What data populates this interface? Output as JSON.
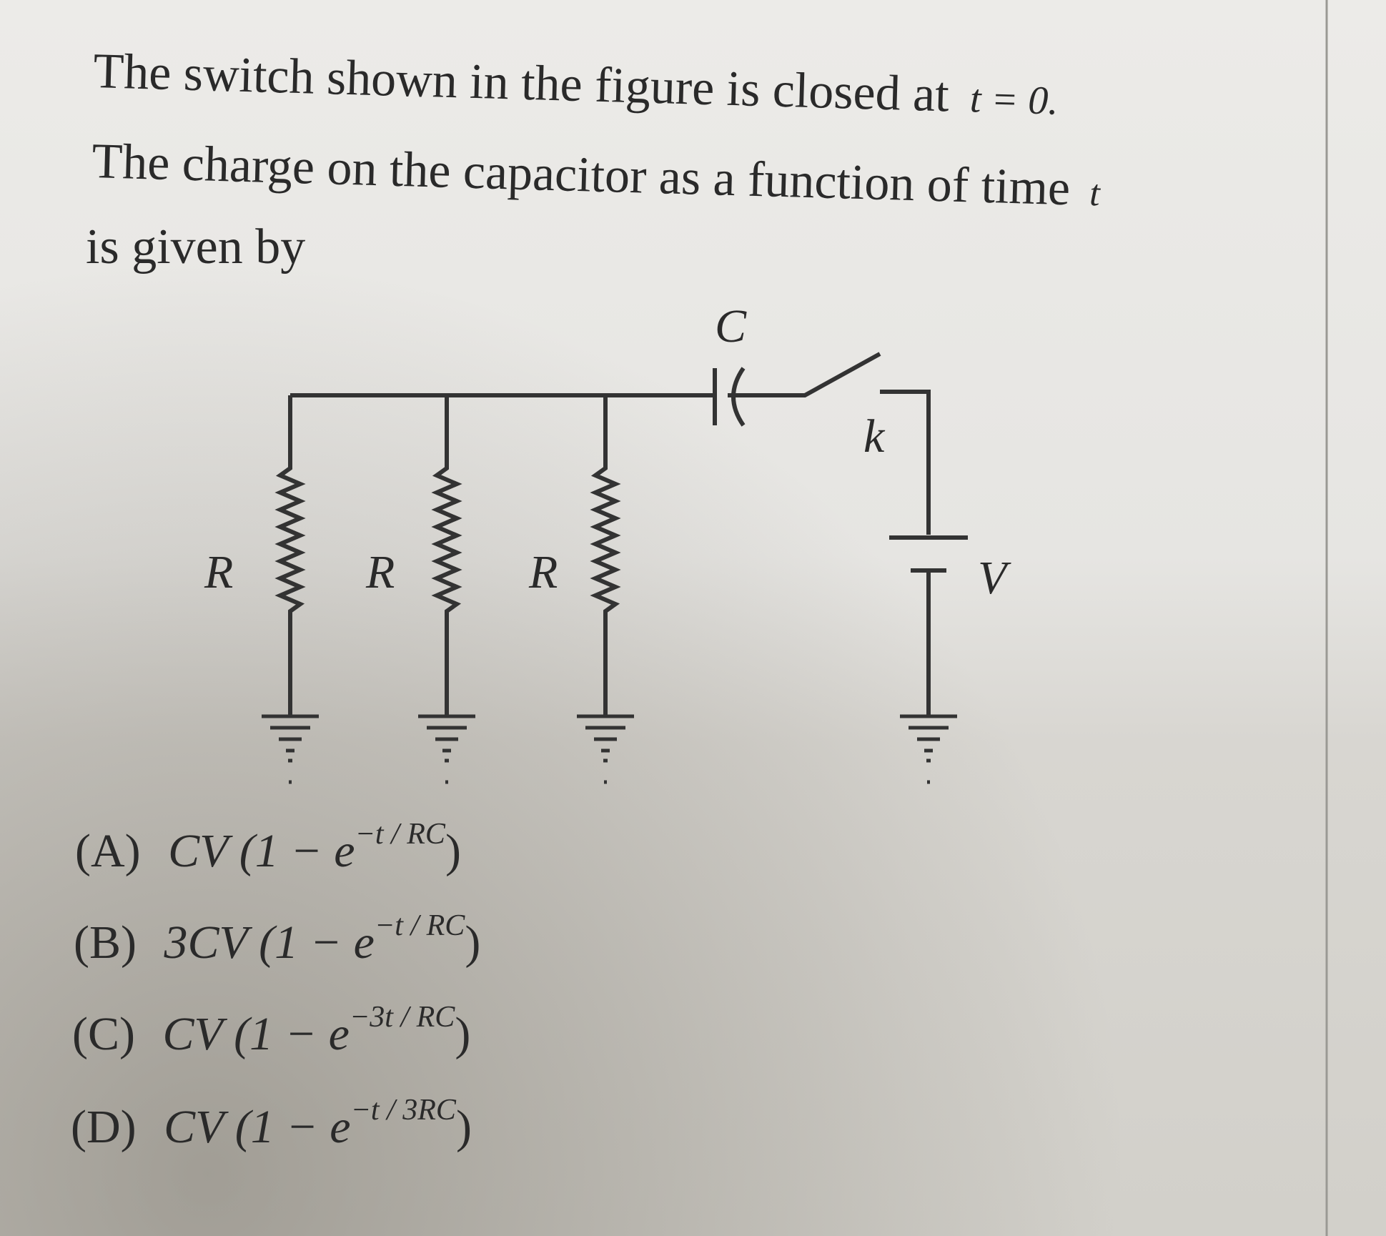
{
  "question": {
    "line1": "The switch shown in the figure is closed at",
    "line1_math": "t = 0.",
    "line2": "The charge on the capacitor as a function of time",
    "line2_math": "t",
    "line3": "is given by"
  },
  "circuit": {
    "resistor_labels": [
      "R",
      "R",
      "R"
    ],
    "capacitor_label": "C",
    "switch_label": "k",
    "battery_label": "V"
  },
  "options": [
    {
      "label": "(A)",
      "expr": "CV (1 − e",
      "exp": "−t / RC",
      "close": ")"
    },
    {
      "label": "(B)",
      "expr": "3CV (1 − e",
      "exp": "−t / RC",
      "close": ")"
    },
    {
      "label": "(C)",
      "expr": "CV (1 − e",
      "exp": "−3t / RC",
      "close": ")"
    },
    {
      "label": "(D)",
      "expr": "CV (1 − e",
      "exp": "−t / 3RC",
      "close": ")"
    }
  ]
}
